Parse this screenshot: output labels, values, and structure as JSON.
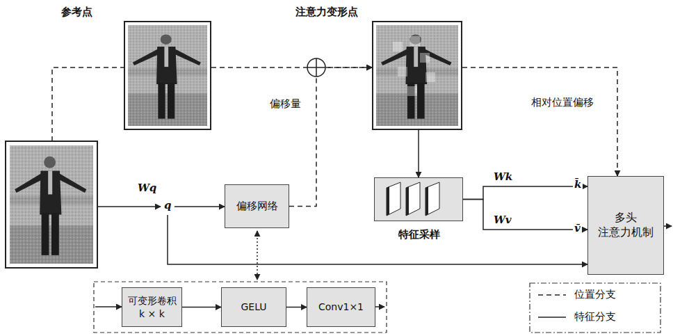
{
  "diagram": {
    "nodes": [
      {
        "text": [
          "参考点"
        ]
      },
      {
        "text": [
          "注意力变形点"
        ]
      },
      {
        "text": [
          "偏移网络"
        ]
      },
      {
        "text": [
          "特征采样"
        ]
      },
      {
        "text": [
          "多头 注意力机制"
        ]
      },
      {
        "text": [
          "可变形卷积 k × k"
        ]
      },
      {
        "text": [
          "GELU"
        ]
      },
      {
        "text": [
          "Conv1×1"
        ]
      }
    ],
    "edges": [
      {
        "from": 0,
        "to": 1,
        "arrow": "to"
      },
      {
        "from": 2,
        "to": 1,
        "label": "偏移量",
        "arrow": "to"
      },
      {
        "from": 1,
        "to": 3,
        "arrow": "to"
      },
      {
        "from": 1,
        "to": 4,
        "label": "相对位置偏移",
        "arrow": "to"
      },
      {
        "from": 3,
        "to": 4,
        "label": "Wk",
        "arrow": "to"
      },
      {
        "from": 3,
        "to": 4,
        "label": "Wv",
        "arrow": "to"
      },
      {
        "from": 5,
        "to": 6,
        "arrow": "to"
      },
      {
        "from": 6,
        "to": 7,
        "arrow": "to"
      }
    ],
    "labels": [
      "Wq",
      "q",
      "k̄",
      "v̄"
    ],
    "legend": [
      {
        "text": "位置分支"
      },
      {
        "text": "特征分支"
      }
    ]
  }
}
